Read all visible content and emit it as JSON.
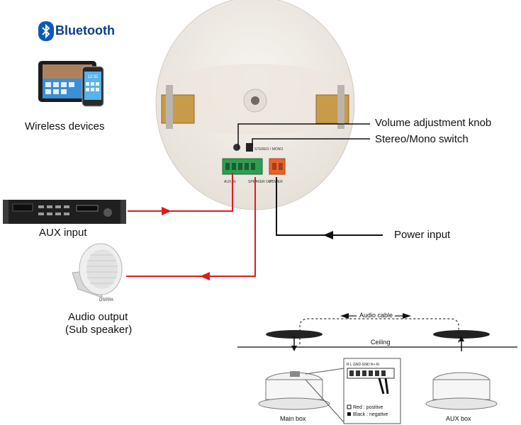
{
  "top": {
    "bluetooth_brand": "Bluetooth",
    "phone_time": "12:32",
    "wireless_label": "Wireless devices",
    "aux_input_label": "AUX input",
    "audio_output_line1": "Audio output",
    "audio_output_line2": "(Sub speaker)",
    "volume_label": "Volume adjustment knob",
    "stereo_label": "Stereo/Mono switch",
    "power_label": "Power input",
    "switch_print": "STEREO / MONO",
    "aux_in_print": "AUX IN",
    "speaker_out_print": "SPEAKER OUT",
    "power_print": "POWER",
    "speaker_brand": "DSPPA"
  },
  "inset": {
    "audio_cable": "Audio cable",
    "ceiling": "Ceiling",
    "main_box": "Main box",
    "aux_box": "AUX box",
    "legend_red": "Red : positive",
    "legend_black": "Black : negative",
    "terminal_labels": "R  L  GND  GND  R+  R-"
  },
  "colors": {
    "red_line": "#e01b1b",
    "black_line": "#111111",
    "bluetooth_blue": "#0a5ab8",
    "terminal_green": "#2f9e4f",
    "terminal_orange": "#e8632a"
  }
}
